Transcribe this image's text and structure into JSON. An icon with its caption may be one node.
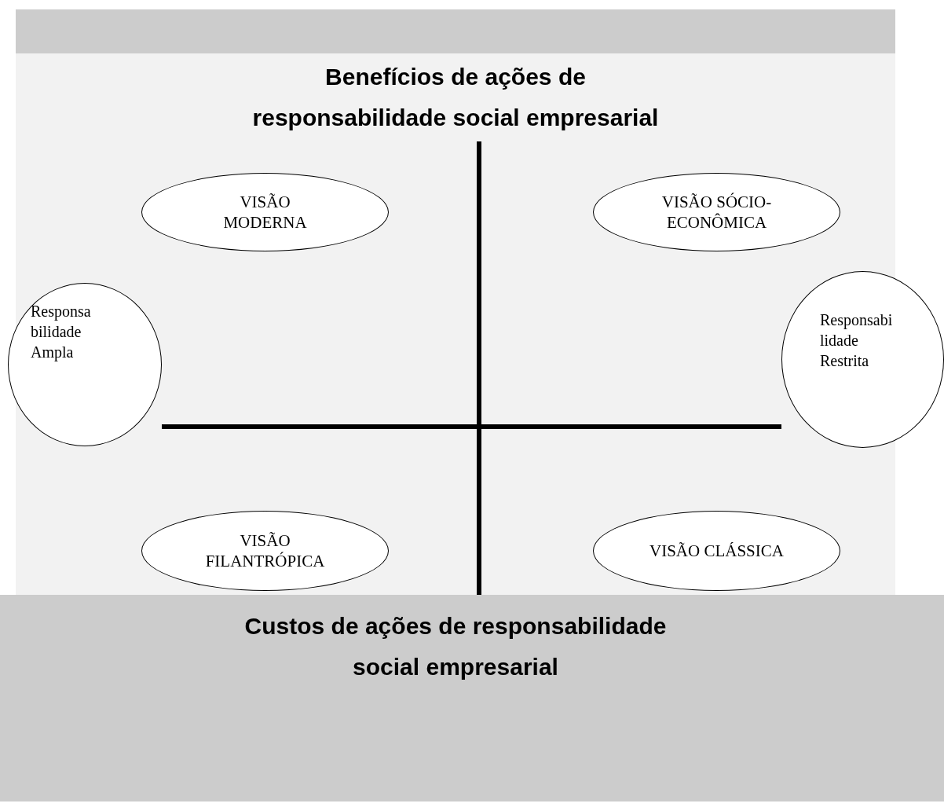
{
  "diagram": {
    "title": "Benefícios de ações de responsabilidade social empresarial",
    "nodes": [
      {
        "text": [
          "VISÃO MODERNA"
        ]
      },
      {
        "text": [
          "VISÃO SÓCIO- ECONÔMICA"
        ]
      },
      {
        "text": [
          "Responsa bilidade Ampla"
        ]
      },
      {
        "text": [
          "Responsabi lidade Restrita"
        ]
      },
      {
        "text": [
          "VISÃO FILANTRÓPICA"
        ]
      },
      {
        "text": [
          "VISÃO CLÁSSICA"
        ]
      },
      {
        "text": [
          "Custos de ações de responsabilidade social empresarial"
        ]
      }
    ],
    "edges": [
      {
        "from": 2,
        "to": 3,
        "arrow": "none"
      }
    ]
  }
}
